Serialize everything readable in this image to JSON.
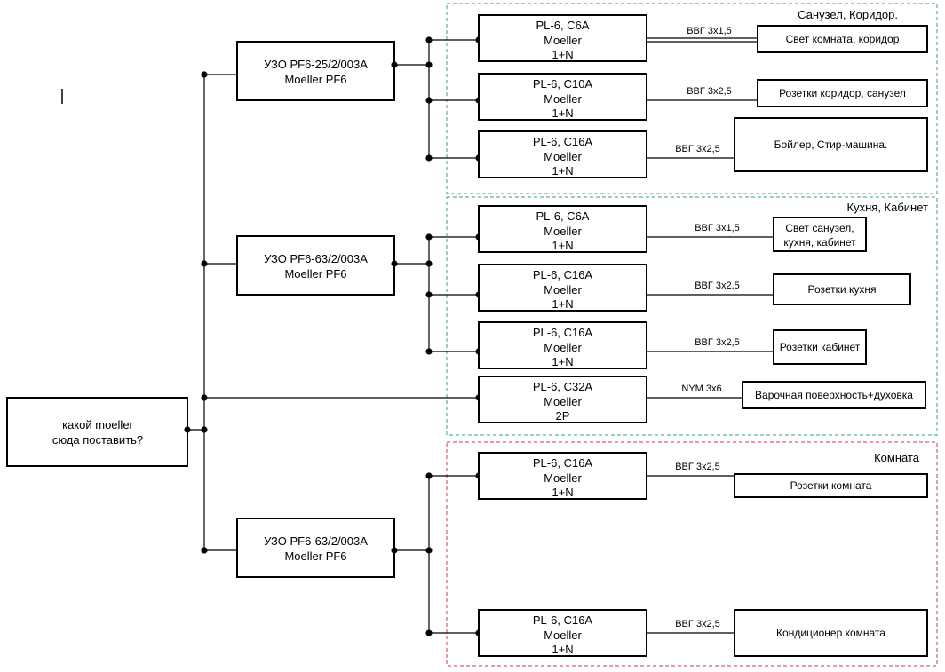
{
  "main_input": {
    "line1": "какой moeller",
    "line2": "сюда поставить?",
    "color": "#1a1ad6"
  },
  "zones": [
    {
      "title": "Санузел, Коридор.",
      "color": "#1a7ae0",
      "border": "#3aa07a"
    },
    {
      "title": "Кухня, Кабинет",
      "color": "#22dd22",
      "border": "#3aa07a"
    },
    {
      "title": "Комната",
      "color": "#c81414",
      "border": "#c84040"
    }
  ],
  "rcds": [
    {
      "line1": "УЗО PF6-25/2/003A",
      "line2": "Moeller PF6"
    },
    {
      "line1": "УЗО PF6-63/2/003A",
      "line2": "Moeller PF6"
    },
    {
      "line1": "УЗО PF6-63/2/003A",
      "line2": "Moeller PF6"
    }
  ],
  "breakers": [
    {
      "line1": "PL-6, C6A",
      "line2": "Moeller",
      "line3": "1+N",
      "cable": "ВВГ 3х1,5",
      "load": [
        "Свет комната, коридор"
      ]
    },
    {
      "line1": "PL-6, C10A",
      "line2": "Moeller",
      "line3": "1+N",
      "cable": "ВВГ 3х2,5",
      "load": [
        "Розетки коридор, санузел"
      ]
    },
    {
      "line1": "PL-6, C16A",
      "line2": "Moeller",
      "line3": "1+N",
      "cable": "ВВГ 3х2,5",
      "load": [
        "Бойлер, Стир-машина."
      ]
    },
    {
      "line1": "PL-6, C6A",
      "line2": "Moeller",
      "line3": "1+N",
      "cable": "ВВГ 3х1,5",
      "load": [
        "Свет санузел,",
        "кухня, кабинет"
      ]
    },
    {
      "line1": "PL-6, C16A",
      "line2": "Moeller",
      "line3": "1+N",
      "cable": "ВВГ 3х2,5",
      "load": [
        "Розетки кухня"
      ]
    },
    {
      "line1": "PL-6, C16A",
      "line2": "Moeller",
      "line3": "1+N",
      "cable": "ВВГ 3х2,5",
      "load": [
        "Розетки кабинет"
      ]
    },
    {
      "line1": "PL-6, C32A",
      "line2": "Moeller",
      "line3": "2P",
      "cable": "NYM 3х6",
      "load": [
        "Варочная поверхность+духовка"
      ]
    },
    {
      "line1": "PL-6, C16A",
      "line2": "Moeller",
      "line3": "1+N",
      "cable": "ВВГ 3х2,5",
      "load": [
        "Розетки комната"
      ]
    },
    {
      "line1": "PL-6, C16A",
      "line2": "Moeller",
      "line3": "1+N",
      "cable": "ВВГ 3х2,5",
      "load": [
        "Кондиционер комната"
      ]
    }
  ]
}
